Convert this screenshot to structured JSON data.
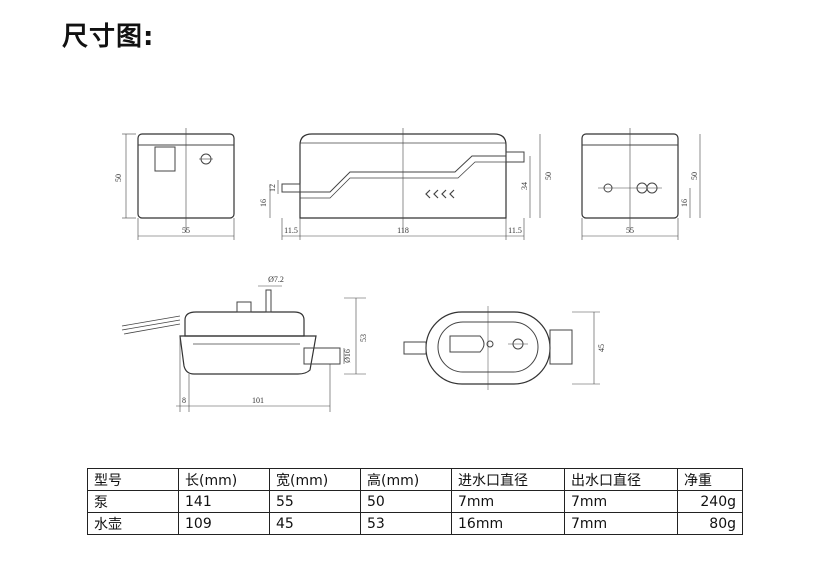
{
  "title": "尺寸图:",
  "dims": {
    "front_height": "50",
    "front_width": "55",
    "side_length": "118",
    "side_left_inlet_offset": "11.5",
    "side_right_outlet_offset": "11.5",
    "side_inlet_height": "16",
    "side_inlet_dia": "12",
    "side_outlet_height": "34",
    "side_height": "50",
    "rear_height": "50",
    "rear_outlet_height": "16",
    "rear_width": "55",
    "tank_inlet_dia": "Ø7.2",
    "tank_height": "53",
    "tank_outlet_dia": "Ø16",
    "tank_left_offset": "8",
    "tank_length": "101",
    "tank_top_width": "45"
  },
  "table": {
    "headers": [
      "型号",
      "长(mm)",
      "宽(mm)",
      "高(mm)",
      "进水口直径",
      "出水口直径",
      "净重"
    ],
    "rows": [
      [
        "泵",
        "141",
        "55",
        "50",
        "7mm",
        "7mm",
        "240g"
      ],
      [
        "水壶",
        "109",
        "45",
        "53",
        "16mm",
        "7mm",
        "80g"
      ]
    ]
  }
}
